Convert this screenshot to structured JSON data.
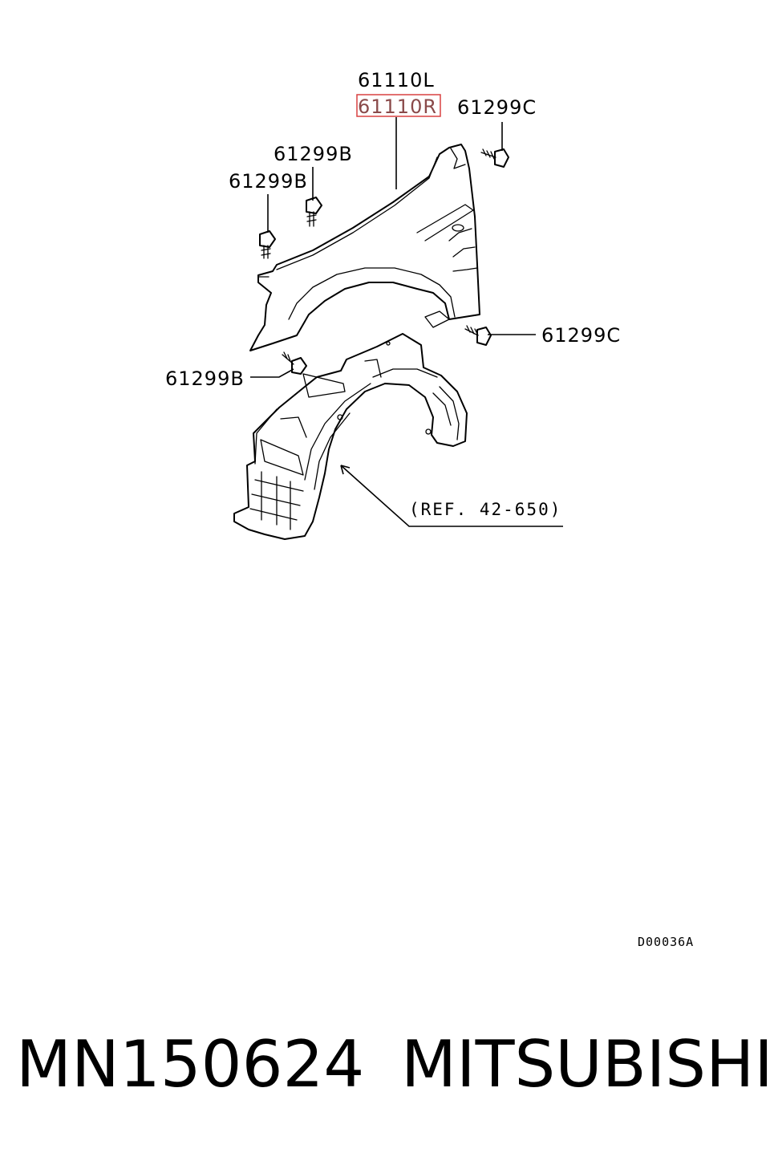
{
  "callouts": {
    "fender_left": "61110L",
    "fender_right": "61110R",
    "screw_c_top": "61299C",
    "screw_c_bottom": "61299C",
    "screw_b_upper": "61299B",
    "screw_b_middle": "61299B",
    "screw_b_lower": "61299B",
    "splash_shield_ref": "(REF. 42-650)"
  },
  "drawing_code": "D00036A",
  "caption": {
    "part_number": "MN150624",
    "brand": "MITSUBISHI"
  },
  "colors": {
    "highlight_box": "#d94040",
    "highlight_text": "#8a4a4a",
    "line": "#000000"
  }
}
